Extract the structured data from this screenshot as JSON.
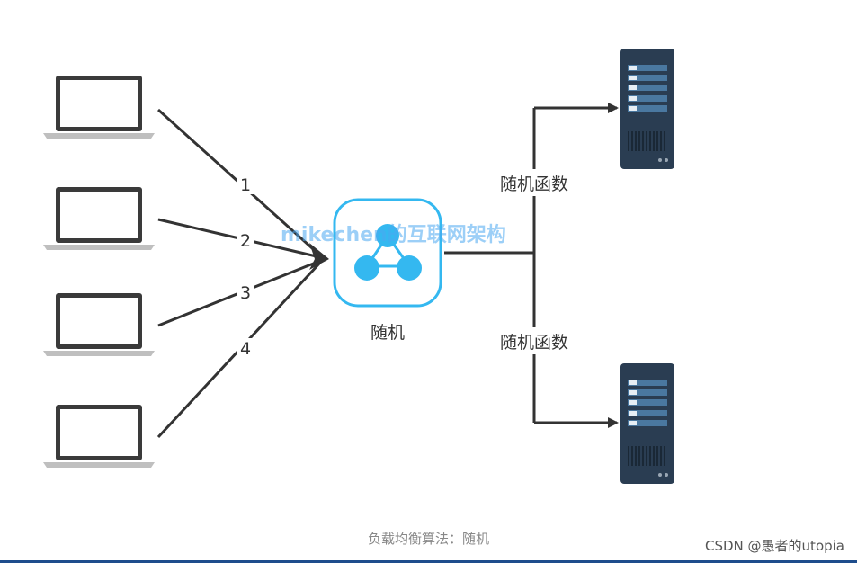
{
  "diagram": {
    "center_label": "随机",
    "watermark": "mikechen的互联网架构",
    "client_edges": [
      "1",
      "2",
      "3",
      "4"
    ],
    "function_labels": [
      "随机函数",
      "随机函数"
    ],
    "caption": "负载均衡算法：随机"
  },
  "footer": {
    "credit": "CSDN @愚者的utopia"
  },
  "colors": {
    "accent": "#34b8f0",
    "server": "#2a3d52",
    "line": "#333333"
  }
}
